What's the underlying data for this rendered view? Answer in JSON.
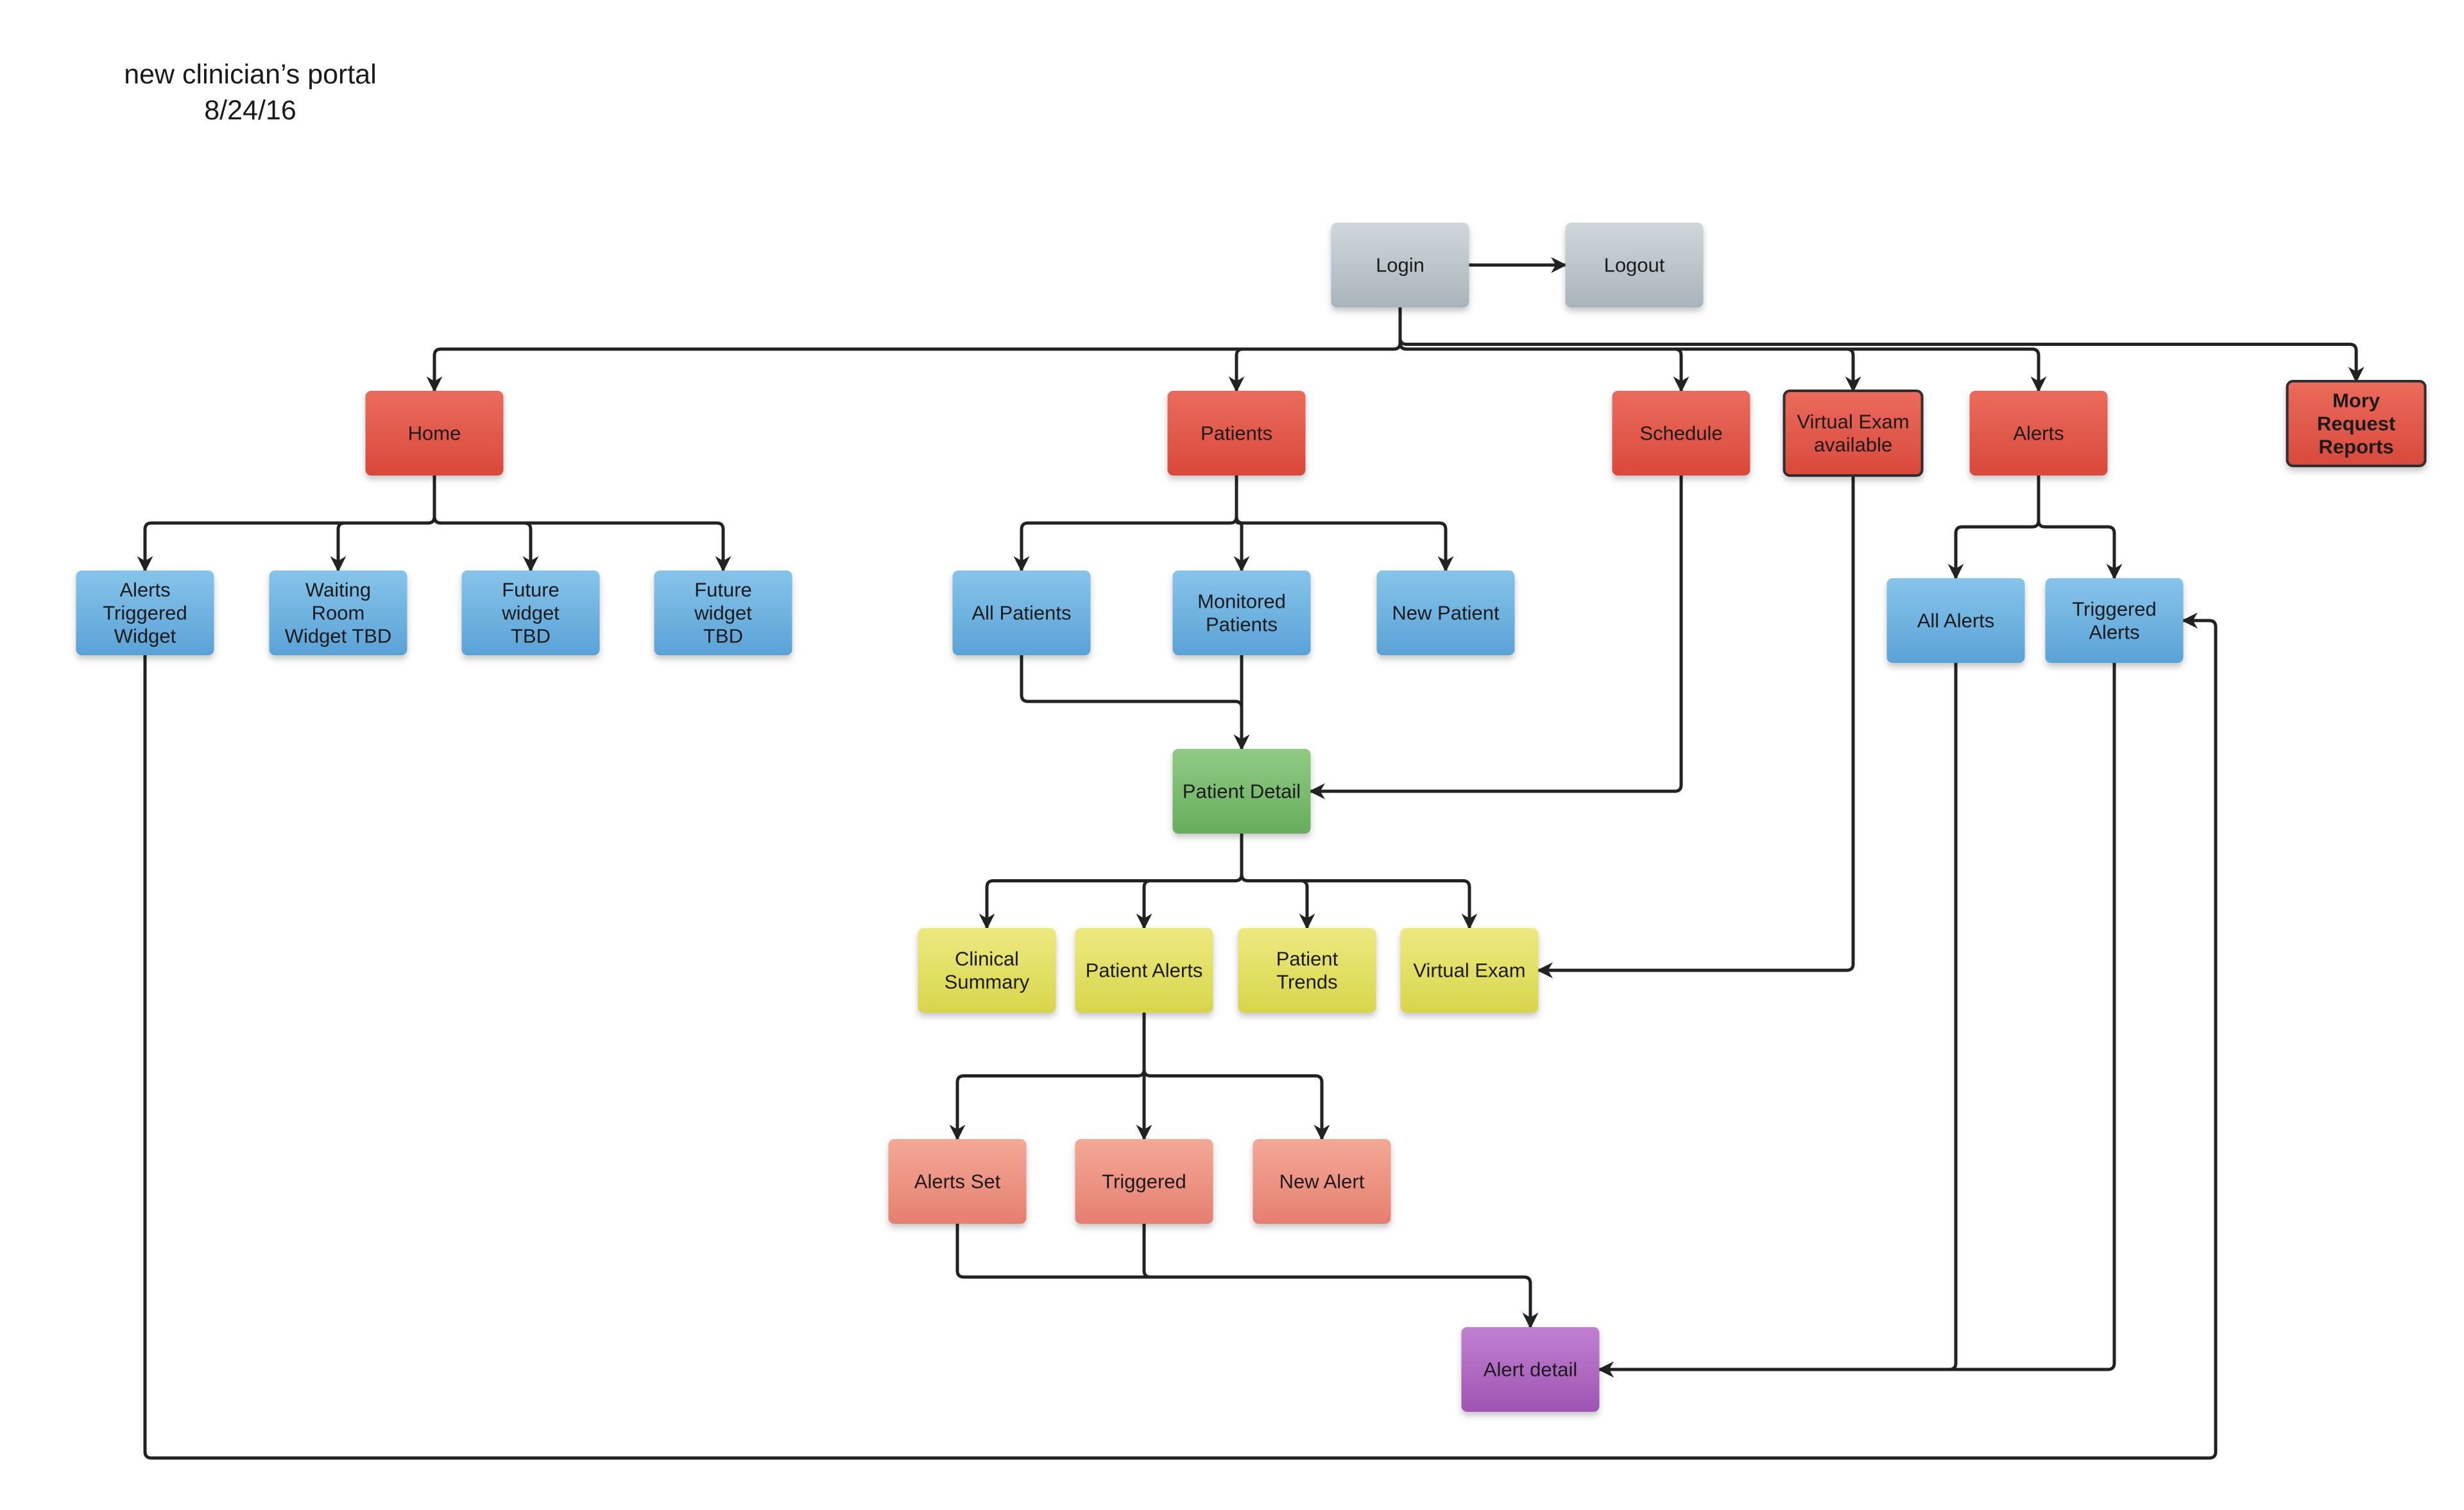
{
  "header": {
    "title": "new clinician’s portal",
    "date": "8/24/16"
  },
  "palette": {
    "gray": "#b9c3c8",
    "red": "#e2574a",
    "blue": "#6aaedc",
    "green": "#77bb6b",
    "yellow": "#e1df5a",
    "salmon": "#ee8e7e",
    "purple": "#ad64bf",
    "connector": "#222222"
  },
  "nodes": [
    {
      "id": "login",
      "lines": [
        "Login"
      ],
      "color": "gray"
    },
    {
      "id": "logout",
      "lines": [
        "Logout"
      ],
      "color": "gray"
    },
    {
      "id": "home",
      "lines": [
        "Home"
      ],
      "color": "red"
    },
    {
      "id": "patients",
      "lines": [
        "Patients"
      ],
      "color": "red"
    },
    {
      "id": "schedule",
      "lines": [
        "Schedule"
      ],
      "color": "red"
    },
    {
      "id": "virtual-exam-available",
      "lines": [
        "Virtual Exam",
        "available"
      ],
      "color": "red",
      "outlined": true
    },
    {
      "id": "alerts",
      "lines": [
        "Alerts"
      ],
      "color": "red"
    },
    {
      "id": "mory-request-reports",
      "lines": [
        "Mory",
        "Request",
        "Reports"
      ],
      "color": "red",
      "outlined": true,
      "bold": true
    },
    {
      "id": "alerts-triggered-widget",
      "lines": [
        "Alerts",
        "Triggered",
        "Widget"
      ],
      "color": "blue"
    },
    {
      "id": "waiting-room-widget",
      "lines": [
        "Waiting",
        "Room",
        "Widget TBD"
      ],
      "color": "blue"
    },
    {
      "id": "future-widget-1",
      "lines": [
        "Future",
        "widget",
        "TBD"
      ],
      "color": "blue"
    },
    {
      "id": "future-widget-2",
      "lines": [
        "Future",
        "widget",
        "TBD"
      ],
      "color": "blue"
    },
    {
      "id": "all-patients",
      "lines": [
        "All Patients"
      ],
      "color": "blue"
    },
    {
      "id": "monitored-patients",
      "lines": [
        "Monitored",
        "Patients"
      ],
      "color": "blue"
    },
    {
      "id": "new-patient",
      "lines": [
        "New Patient"
      ],
      "color": "blue"
    },
    {
      "id": "all-alerts",
      "lines": [
        "All Alerts"
      ],
      "color": "blue"
    },
    {
      "id": "triggered-alerts",
      "lines": [
        "Triggered",
        "Alerts"
      ],
      "color": "blue"
    },
    {
      "id": "patient-detail",
      "lines": [
        "Patient Detail"
      ],
      "color": "green"
    },
    {
      "id": "clinical-summary",
      "lines": [
        "Clinical",
        "Summary"
      ],
      "color": "yellow"
    },
    {
      "id": "patient-alerts",
      "lines": [
        "Patient Alerts"
      ],
      "color": "yellow"
    },
    {
      "id": "patient-trends",
      "lines": [
        "Patient",
        "Trends"
      ],
      "color": "yellow"
    },
    {
      "id": "virtual-exam",
      "lines": [
        "Virtual Exam"
      ],
      "color": "yellow"
    },
    {
      "id": "alerts-set",
      "lines": [
        "Alerts Set"
      ],
      "color": "salmon"
    },
    {
      "id": "triggered",
      "lines": [
        "Triggered"
      ],
      "color": "salmon"
    },
    {
      "id": "new-alert",
      "lines": [
        "New Alert"
      ],
      "color": "salmon"
    },
    {
      "id": "alert-detail",
      "lines": [
        "Alert detail"
      ],
      "color": "purple"
    }
  ],
  "edges": [
    {
      "from": "login",
      "to": "logout"
    },
    {
      "from": "login",
      "to": "home"
    },
    {
      "from": "login",
      "to": "patients"
    },
    {
      "from": "login",
      "to": "schedule"
    },
    {
      "from": "login",
      "to": "virtual-exam-available"
    },
    {
      "from": "login",
      "to": "alerts"
    },
    {
      "from": "login",
      "to": "mory-request-reports"
    },
    {
      "from": "home",
      "to": "alerts-triggered-widget"
    },
    {
      "from": "home",
      "to": "waiting-room-widget"
    },
    {
      "from": "home",
      "to": "future-widget-1"
    },
    {
      "from": "home",
      "to": "future-widget-2"
    },
    {
      "from": "patients",
      "to": "all-patients"
    },
    {
      "from": "patients",
      "to": "monitored-patients"
    },
    {
      "from": "patients",
      "to": "new-patient"
    },
    {
      "from": "all-patients",
      "to": "patient-detail"
    },
    {
      "from": "monitored-patients",
      "to": "patient-detail"
    },
    {
      "from": "schedule",
      "to": "patient-detail"
    },
    {
      "from": "virtual-exam-available",
      "to": "virtual-exam"
    },
    {
      "from": "alerts",
      "to": "all-alerts"
    },
    {
      "from": "alerts",
      "to": "triggered-alerts"
    },
    {
      "from": "patient-detail",
      "to": "clinical-summary"
    },
    {
      "from": "patient-detail",
      "to": "patient-alerts"
    },
    {
      "from": "patient-detail",
      "to": "patient-trends"
    },
    {
      "from": "patient-detail",
      "to": "virtual-exam"
    },
    {
      "from": "patient-alerts",
      "to": "alerts-set"
    },
    {
      "from": "patient-alerts",
      "to": "triggered"
    },
    {
      "from": "patient-alerts",
      "to": "new-alert"
    },
    {
      "from": "alerts-set",
      "to": "alert-detail"
    },
    {
      "from": "triggered",
      "to": "alert-detail"
    },
    {
      "from": "all-alerts",
      "to": "alert-detail"
    },
    {
      "from": "triggered-alerts",
      "to": "alert-detail"
    },
    {
      "from": "alerts-triggered-widget",
      "to": "triggered-alerts"
    }
  ]
}
